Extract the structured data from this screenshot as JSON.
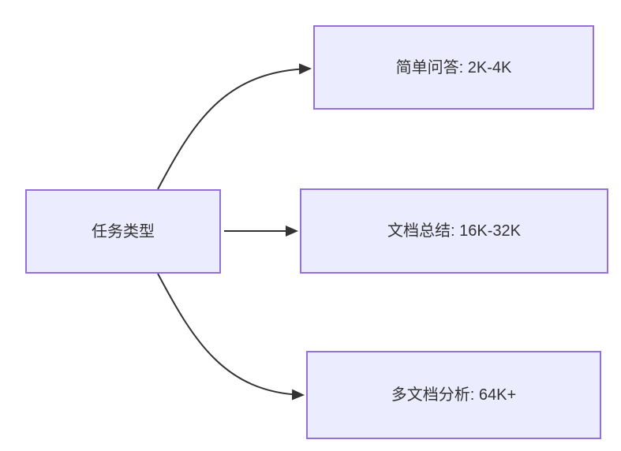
{
  "diagram": {
    "type": "flowchart-left-to-right",
    "root": {
      "label": "任务类型"
    },
    "children": [
      {
        "label": "简单问答: 2K-4K"
      },
      {
        "label": "文档总结: 16K-32K"
      },
      {
        "label": "多文档分析: 64K+"
      }
    ],
    "colors": {
      "background": "#ffffff",
      "node_fill": "#ECECFF",
      "node_border": "#9370DB",
      "edge": "#333333",
      "label": "#333333"
    }
  }
}
